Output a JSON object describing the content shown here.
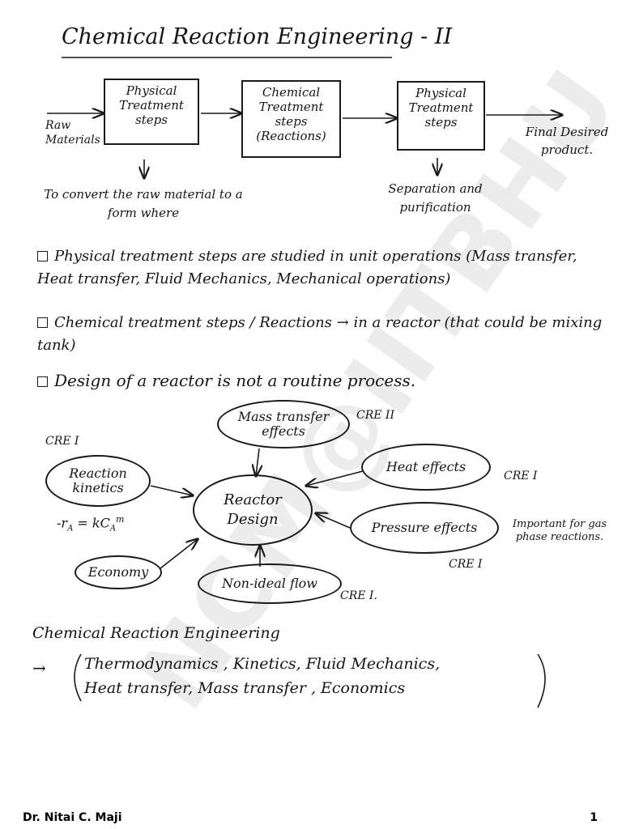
{
  "title": "Chemical Reaction Engineering - II",
  "flow": {
    "input_label": "Raw Materials",
    "box1": "Physical Treatment steps",
    "box2": "Chemical Treatment steps (Reactions)",
    "box3": "Physical Treatment steps",
    "output_label": "Final Desired product.",
    "note1": "To convert the raw material to a form where",
    "note2": "Separation and purification"
  },
  "bullets": [
    "Physical treatment steps are studied in unit operations (Mass transfer, Heat transfer, Fluid Mechanics, Mechanical operations)",
    "Chemical treatment steps / Reactions → in a reactor (that could be mixing tank)",
    "Design of a reactor is not a routine process."
  ],
  "diagram": {
    "center": "Reactor Design",
    "mass_transfer": "Mass transfer effects",
    "mass_transfer_tag": "CRE II",
    "kinetics": "Reaction kinetics",
    "kinetics_tag": "CRE I",
    "rate_eq": "-r",
    "rate_sub": "A",
    "rate_eq2": " = kC",
    "rate_sub2": "A",
    "rate_sup": "m",
    "heat": "Heat effects",
    "heat_tag": "CRE I",
    "pressure": "Pressure effects",
    "pressure_tag": "CRE I",
    "pressure_note": "Important for gas phase reactions.",
    "economy": "Economy",
    "nonideal": "Non-ideal flow",
    "nonideal_tag": "CRE I."
  },
  "cre": {
    "heading": "Chemical Reaction Engineering",
    "arrow": "→",
    "line1": "Thermodynamics , Kinetics, Fluid Mechanics,",
    "line2": "Heat transfer, Mass transfer , Economics"
  },
  "watermark": "NCM@IITBHU",
  "footer": {
    "author": "Dr. Nitai C. Maji",
    "page": "1"
  }
}
